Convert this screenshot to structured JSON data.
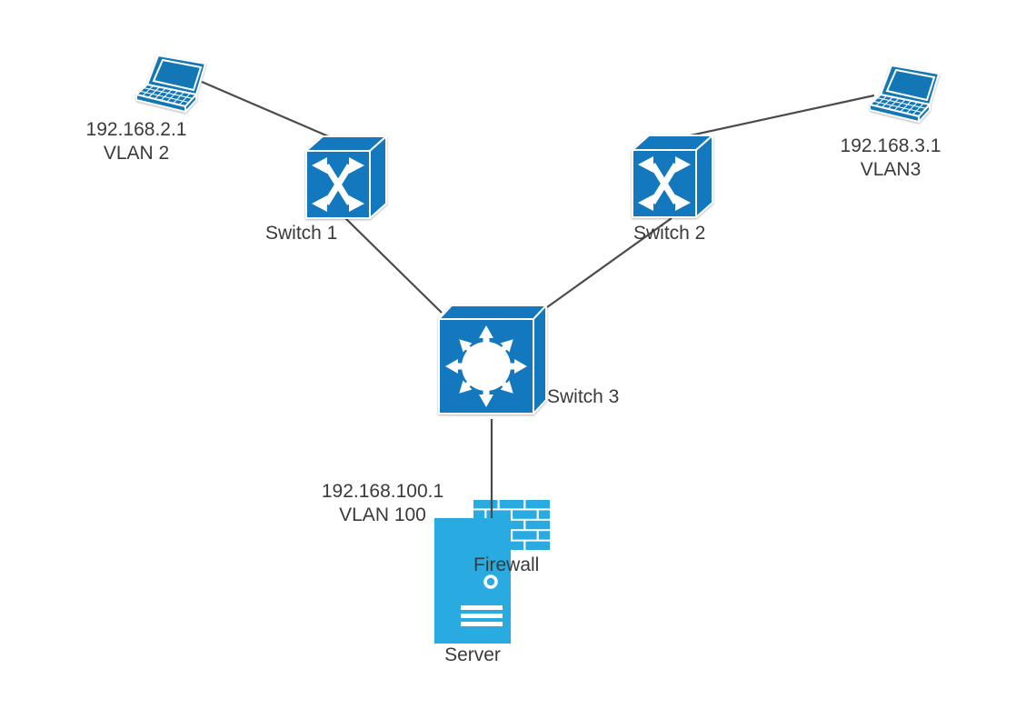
{
  "diagram_type": "network-topology",
  "colors": {
    "device_blue": "#1478BE",
    "accent_blue": "#29ABE2",
    "edge_gray": "#4B4B4B",
    "label_text": "#3A3A3A",
    "background": "#FFFFFF"
  },
  "nodes": {
    "pc_left": {
      "icon": "laptop-icon",
      "ip": "192.168.2.1",
      "vlan": "VLAN 2"
    },
    "pc_right": {
      "icon": "laptop-icon",
      "ip": "192.168.3.1",
      "vlan": "VLAN3"
    },
    "switch1": {
      "icon": "workgroup-switch-icon",
      "label": "Switch 1"
    },
    "switch2": {
      "icon": "workgroup-switch-icon",
      "label": "Switch 2"
    },
    "switch3": {
      "icon": "multilayer-switch-icon",
      "label": "Switch 3"
    },
    "firewall": {
      "icon": "firewall-icon",
      "label": "Firewall",
      "ip": "192.168.100.1",
      "vlan": "VLAN 100"
    },
    "server": {
      "icon": "server-icon",
      "label": "Server"
    }
  },
  "edges": [
    {
      "from": "pc_left",
      "to": "switch1"
    },
    {
      "from": "pc_right",
      "to": "switch2"
    },
    {
      "from": "switch1",
      "to": "switch3"
    },
    {
      "from": "switch2",
      "to": "switch3"
    },
    {
      "from": "switch3",
      "to": "firewall"
    }
  ]
}
